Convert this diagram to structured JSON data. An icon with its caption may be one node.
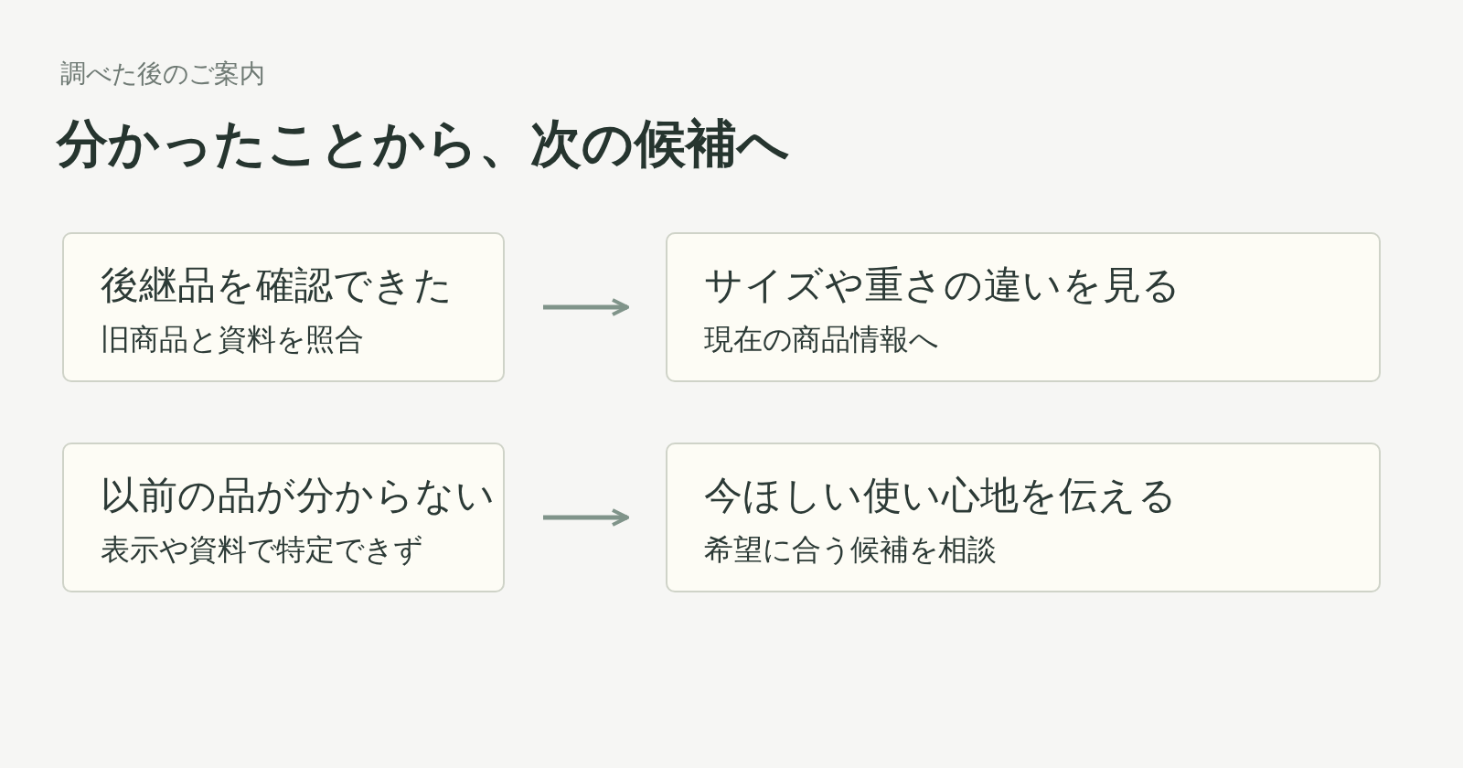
{
  "diagram": {
    "title": "分かったことから、次の候補へ",
    "nodes": [
      {
        "text": [
          "後継品を確認できた",
          "旧商品と資料を照合"
        ]
      },
      {
        "text": [
          "サイズや重さの違いを見る",
          "現在の商品情報へ"
        ]
      },
      {
        "text": [
          "以前の品が分からない",
          "表示や資料で特定できず"
        ]
      },
      {
        "text": [
          "今ほしい使い心地を伝える",
          "希望に合う候補を相談"
        ]
      }
    ],
    "edges": [
      {
        "from": 0,
        "to": 1,
        "arrow": "to"
      },
      {
        "from": 2,
        "to": 3,
        "arrow": "to"
      }
    ],
    "labels": [
      "調べた後のご案内"
    ]
  }
}
